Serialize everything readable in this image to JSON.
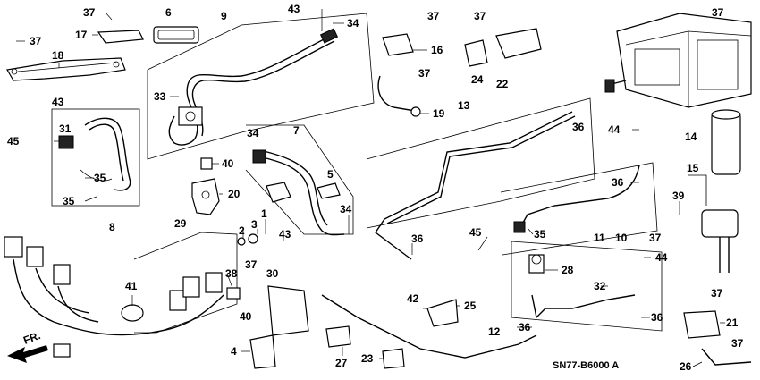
{
  "diagram": {
    "catalog_code": "SN77-B6000 A",
    "direction_label": "FR.",
    "callouts": [
      {
        "id": "37a",
        "text": "37"
      },
      {
        "id": "37b",
        "text": "37"
      },
      {
        "id": "37c",
        "text": "37"
      },
      {
        "id": "37d",
        "text": "37"
      },
      {
        "id": "37e",
        "text": "37"
      },
      {
        "id": "37f",
        "text": "37"
      },
      {
        "id": "37g",
        "text": "37"
      },
      {
        "id": "37h",
        "text": "37"
      },
      {
        "id": "37i",
        "text": "37"
      },
      {
        "id": "37j",
        "text": "37"
      },
      {
        "id": "37k",
        "text": "37"
      },
      {
        "id": "6",
        "text": "6"
      },
      {
        "id": "9",
        "text": "9"
      },
      {
        "id": "43a",
        "text": "43"
      },
      {
        "id": "34a",
        "text": "34"
      },
      {
        "id": "16",
        "text": "16"
      },
      {
        "id": "17",
        "text": "17"
      },
      {
        "id": "18",
        "text": "18"
      },
      {
        "id": "24",
        "text": "24"
      },
      {
        "id": "22",
        "text": "22"
      },
      {
        "id": "43b",
        "text": "43"
      },
      {
        "id": "33",
        "text": "33"
      },
      {
        "id": "19",
        "text": "19"
      },
      {
        "id": "13",
        "text": "13"
      },
      {
        "id": "36a",
        "text": "36"
      },
      {
        "id": "45a",
        "text": "45"
      },
      {
        "id": "31",
        "text": "31"
      },
      {
        "id": "7",
        "text": "7"
      },
      {
        "id": "34b",
        "text": "34"
      },
      {
        "id": "44a",
        "text": "44"
      },
      {
        "id": "14",
        "text": "14"
      },
      {
        "id": "40a",
        "text": "40"
      },
      {
        "id": "5",
        "text": "5"
      },
      {
        "id": "15",
        "text": "15"
      },
      {
        "id": "35a",
        "text": "35"
      },
      {
        "id": "20",
        "text": "20"
      },
      {
        "id": "36b",
        "text": "36"
      },
      {
        "id": "39",
        "text": "39"
      },
      {
        "id": "35b",
        "text": "35"
      },
      {
        "id": "34c",
        "text": "34"
      },
      {
        "id": "8",
        "text": "8"
      },
      {
        "id": "3",
        "text": "3"
      },
      {
        "id": "1",
        "text": "1"
      },
      {
        "id": "29",
        "text": "29"
      },
      {
        "id": "2",
        "text": "2"
      },
      {
        "id": "45b",
        "text": "45"
      },
      {
        "id": "10",
        "text": "10"
      },
      {
        "id": "35c",
        "text": "35"
      },
      {
        "id": "43c",
        "text": "43"
      },
      {
        "id": "36c",
        "text": "36"
      },
      {
        "id": "11",
        "text": "11"
      },
      {
        "id": "44b",
        "text": "44"
      },
      {
        "id": "38",
        "text": "38"
      },
      {
        "id": "30",
        "text": "30"
      },
      {
        "id": "28",
        "text": "28"
      },
      {
        "id": "41",
        "text": "41"
      },
      {
        "id": "42",
        "text": "42"
      },
      {
        "id": "25",
        "text": "25"
      },
      {
        "id": "32",
        "text": "32"
      },
      {
        "id": "40b",
        "text": "40"
      },
      {
        "id": "36d",
        "text": "36"
      },
      {
        "id": "36e",
        "text": "36"
      },
      {
        "id": "12",
        "text": "12"
      },
      {
        "id": "21",
        "text": "21"
      },
      {
        "id": "4",
        "text": "4"
      },
      {
        "id": "27",
        "text": "27"
      },
      {
        "id": "23",
        "text": "23"
      },
      {
        "id": "26",
        "text": "26"
      }
    ]
  }
}
